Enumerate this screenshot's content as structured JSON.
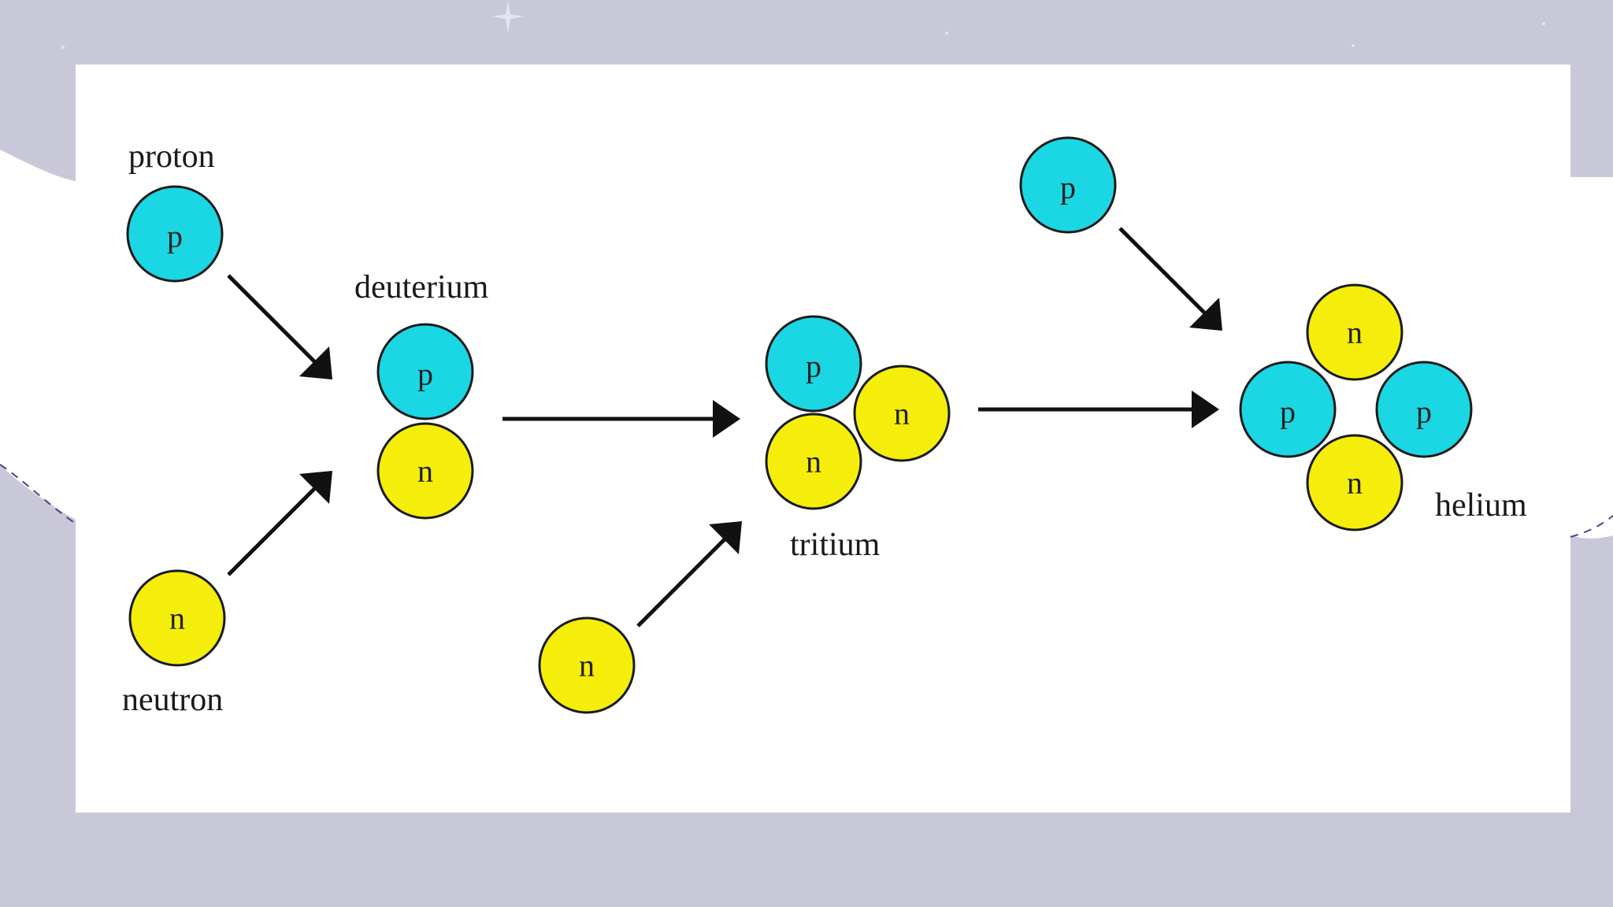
{
  "colors": {
    "background": "#c9c8d9",
    "panel": "#ffffff",
    "proton": "#1ad7e3",
    "neutron": "#f5ee0a",
    "outline": "#1a1a1a",
    "dashed_curve": "#5b3a8c"
  },
  "labels": {
    "proton": "proton",
    "neutron": "neutron",
    "deuterium": "deuterium",
    "tritium": "tritium",
    "helium": "helium"
  },
  "particles": {
    "proton_letter": "p",
    "neutron_letter": "n"
  }
}
